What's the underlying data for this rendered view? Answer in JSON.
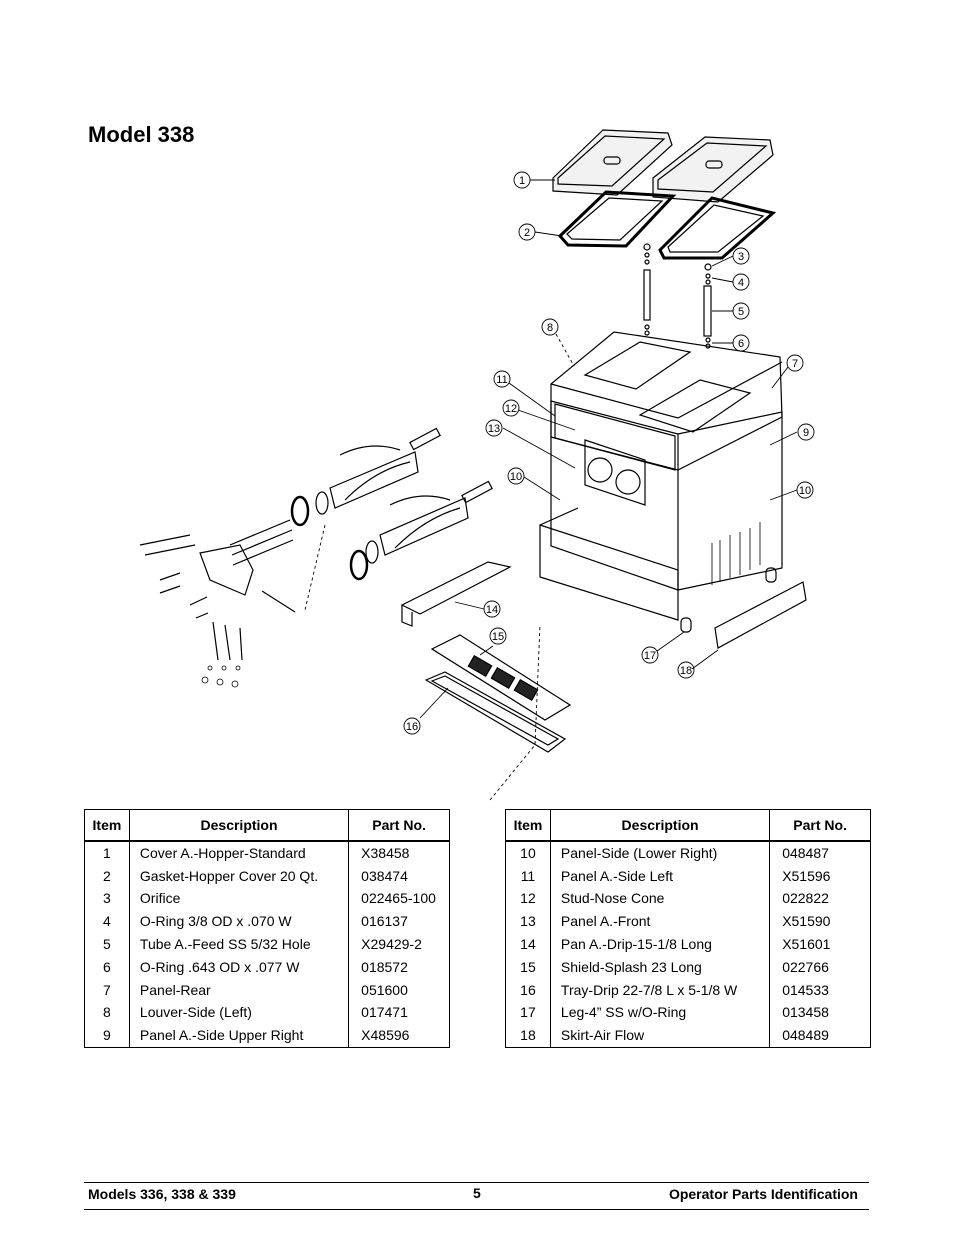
{
  "page_title": "Model 338",
  "callouts": [
    "1",
    "2",
    "3",
    "4",
    "5",
    "6",
    "7",
    "8",
    "9",
    "10",
    "11",
    "12",
    "13",
    "10",
    "14",
    "15",
    "16",
    "17",
    "18"
  ],
  "table_headers": {
    "item": "Item",
    "description": "Description",
    "part_no": "Part No."
  },
  "parts_left": [
    {
      "item": "1",
      "description": "Cover A.-Hopper-Standard",
      "part_no": "X38458"
    },
    {
      "item": "2",
      "description": "Gasket-Hopper Cover 20 Qt.",
      "part_no": "038474"
    },
    {
      "item": "3",
      "description": "Orifice",
      "part_no": "022465-100"
    },
    {
      "item": "4",
      "description": "O-Ring 3/8 OD x .070 W",
      "part_no": "016137"
    },
    {
      "item": "5",
      "description": "Tube A.-Feed SS 5/32 Hole",
      "part_no": "X29429-2"
    },
    {
      "item": "6",
      "description": "O-Ring .643 OD x .077 W",
      "part_no": "018572"
    },
    {
      "item": "7",
      "description": "Panel-Rear",
      "part_no": "051600"
    },
    {
      "item": "8",
      "description": "Louver-Side (Left)",
      "part_no": "017471"
    },
    {
      "item": "9",
      "description": "Panel A.-Side Upper Right",
      "part_no": "X48596"
    }
  ],
  "parts_right": [
    {
      "item": "10",
      "description": "Panel-Side (Lower Right)",
      "part_no": "048487"
    },
    {
      "item": "11",
      "description": "Panel A.-Side Left",
      "part_no": "X51596"
    },
    {
      "item": "12",
      "description": "Stud-Nose Cone",
      "part_no": "022822"
    },
    {
      "item": "13",
      "description": "Panel A.-Front",
      "part_no": "X51590"
    },
    {
      "item": "14",
      "description": "Pan A.-Drip-15-1/8 Long",
      "part_no": "X51601"
    },
    {
      "item": "15",
      "description": "Shield-Splash 23 Long",
      "part_no": "022766"
    },
    {
      "item": "16",
      "description": "Tray-Drip 22-7/8 L x 5-1/8 W",
      "part_no": "014533"
    },
    {
      "item": "17",
      "description": "Leg-4” SS w/O-Ring",
      "part_no": "013458"
    },
    {
      "item": "18",
      "description": "Skirt-Air Flow",
      "part_no": "048489"
    }
  ],
  "footer": {
    "left": "Models 336, 338 & 339",
    "page_number": "5",
    "right": "Operator Parts Identification"
  }
}
